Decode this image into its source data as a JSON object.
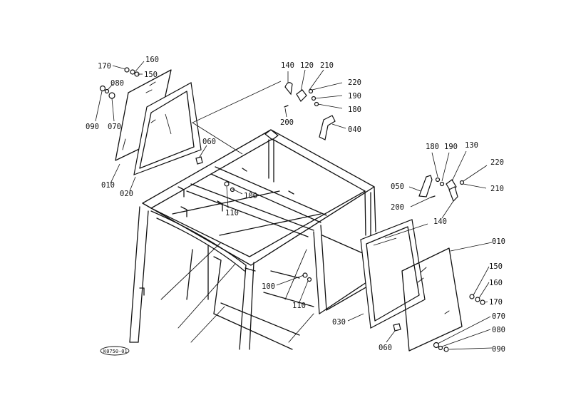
{
  "drawing_code": "K0750-01",
  "labels": {
    "l170a": "170",
    "l160a": "160",
    "l150a": "150",
    "l080a": "080",
    "l090a": "090",
    "l070a": "070",
    "l010a": "010",
    "l020a": "020",
    "l060a": "060",
    "l140a": "140",
    "l120a": "120",
    "l210a": "210",
    "l220a": "220",
    "l190a": "190",
    "l180a": "180",
    "l200a": "200",
    "l040a": "040",
    "l100a": "100",
    "l110a": "110",
    "l180b": "180",
    "l190b": "190",
    "l130b": "130",
    "l220b": "220",
    "l050b": "050",
    "l210b": "210",
    "l200b": "200",
    "l140b": "140",
    "l010b": "010",
    "l150b": "150",
    "l160b": "160",
    "l170b": "170",
    "l070b": "070",
    "l080b": "080",
    "l090b": "090",
    "l060b": "060",
    "l030b": "030",
    "l100b": "100",
    "l110b": "110"
  }
}
